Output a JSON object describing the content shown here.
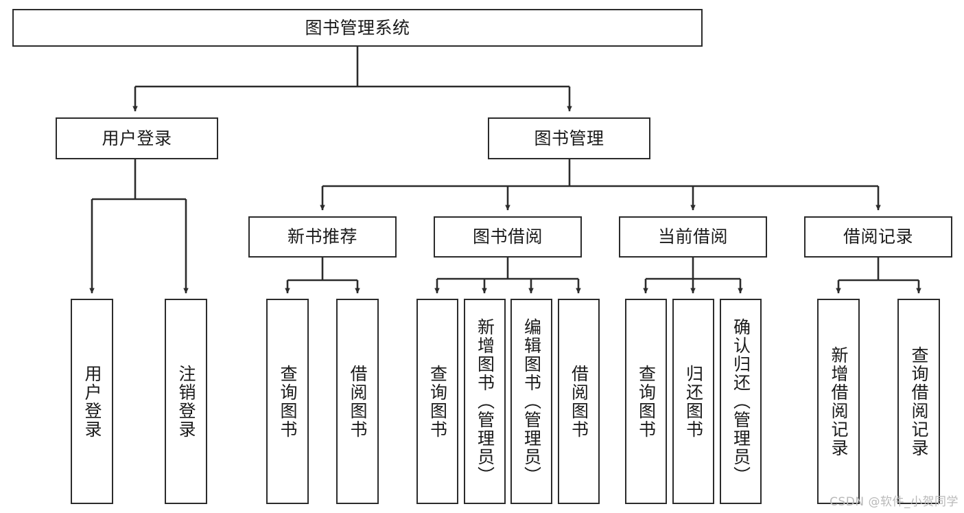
{
  "diagram": {
    "title": "图书管理系统",
    "watermark": "CSDN @软件_小贺同学",
    "line_color": "#2b2b2b",
    "text_color": "#1a1a1a",
    "background": "#ffffff",
    "nodes": {
      "root": {
        "label": "图书管理系统"
      },
      "level2": [
        {
          "id": "user-login",
          "label": "用户登录"
        },
        {
          "id": "book-management",
          "label": "图书管理"
        }
      ],
      "level3": [
        {
          "id": "new-book-recommend",
          "label": "新书推荐"
        },
        {
          "id": "book-borrow",
          "label": "图书借阅"
        },
        {
          "id": "current-borrow",
          "label": "当前借阅"
        },
        {
          "id": "borrow-record",
          "label": "借阅记录"
        }
      ],
      "leaves": [
        {
          "id": "leaf-user-login",
          "label": "用户登录",
          "parent": "user-login"
        },
        {
          "id": "leaf-logout-login",
          "label": "注销登录",
          "parent": "user-login"
        },
        {
          "id": "leaf-query-book-1",
          "label": "查询图书",
          "parent": "new-book-recommend"
        },
        {
          "id": "leaf-borrow-book-1",
          "label": "借阅图书",
          "parent": "new-book-recommend"
        },
        {
          "id": "leaf-query-book-2",
          "label": "查询图书",
          "parent": "book-borrow"
        },
        {
          "id": "leaf-add-book-admin",
          "label": "新增图书（管理员）",
          "parent": "book-borrow"
        },
        {
          "id": "leaf-edit-book-admin",
          "label": "编辑图书（管理员）",
          "parent": "book-borrow"
        },
        {
          "id": "leaf-borrow-book-2",
          "label": "借阅图书",
          "parent": "book-borrow"
        },
        {
          "id": "leaf-query-book-3",
          "label": "查询图书",
          "parent": "current-borrow"
        },
        {
          "id": "leaf-return-book",
          "label": "归还图书",
          "parent": "current-borrow"
        },
        {
          "id": "leaf-confirm-return-admin",
          "label": "确认归还（管理员）",
          "parent": "current-borrow"
        },
        {
          "id": "leaf-add-borrow-record",
          "label": "新增借阅记录",
          "parent": "borrow-record"
        },
        {
          "id": "leaf-query-borrow-record",
          "label": "查询借阅记录",
          "parent": "borrow-record"
        }
      ]
    }
  }
}
